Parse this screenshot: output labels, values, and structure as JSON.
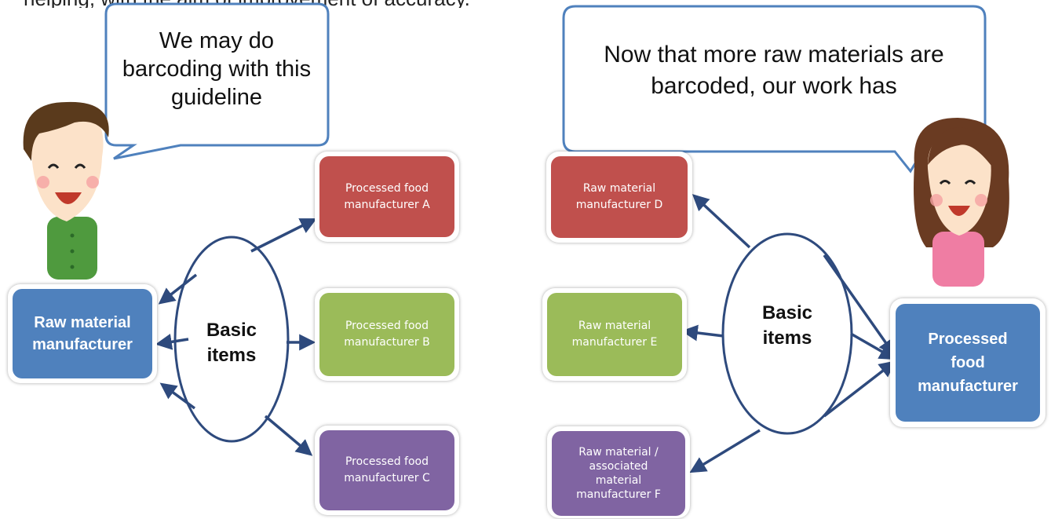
{
  "top_strip_text": "helping, with the aim of improvement of accuracy.",
  "left": {
    "bubble_line1": "We may do",
    "bubble_line2": "barcoding with this",
    "bubble_line3": "guideline",
    "hub_line1": "Basic",
    "hub_line2": "items",
    "source_line1": "Raw material",
    "source_line2": "manufacturer",
    "targets": [
      {
        "line1": "Processed food",
        "line2": "manufacturer A",
        "color": "#c0504d"
      },
      {
        "line1": "Processed food",
        "line2": "manufacturer B",
        "color": "#9bbb59"
      },
      {
        "line1": "Processed food",
        "line2": "manufacturer C",
        "color": "#8064a2"
      }
    ]
  },
  "right": {
    "bubble_line1": "Now that more raw materials are",
    "bubble_line2": "barcoded, our work has",
    "hub_line1": "Basic",
    "hub_line2": "items",
    "dest_line1": "Processed",
    "dest_line2": "food",
    "dest_line3": "manufacturer",
    "sources": [
      {
        "line1": "Raw material",
        "line2": "manufacturer D",
        "color": "#c0504d"
      },
      {
        "line1": "Raw material",
        "line2": "manufacturer E",
        "color": "#9bbb59"
      },
      {
        "line1": "Raw material /",
        "line2": "associated",
        "line3": "material",
        "line4": "manufacturer F",
        "color": "#8064a2"
      }
    ]
  },
  "colors": {
    "blue_box": "#4f81bd",
    "arrow": "#2e4a7d",
    "bubble_border": "#4f81bd"
  }
}
